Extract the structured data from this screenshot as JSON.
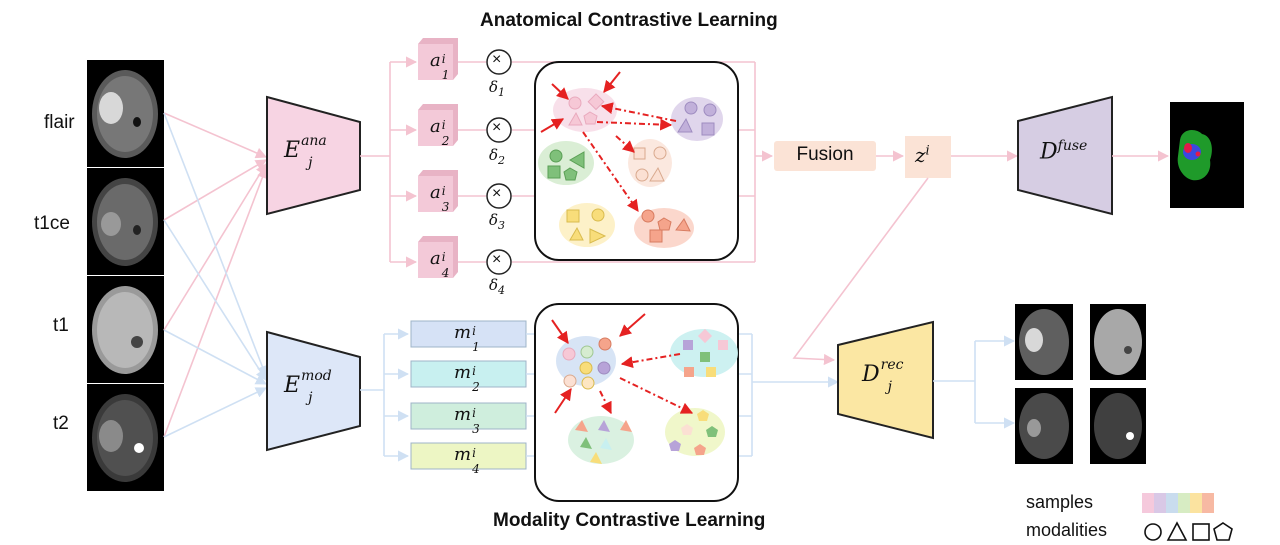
{
  "titles": {
    "anatomical": "Anatomical Contrastive Learning",
    "modality": "Modality Contrastive Learning"
  },
  "inputs": [
    "flair",
    "t1ce",
    "t1",
    "t2"
  ],
  "encoders": {
    "anatomical": {
      "base": "E",
      "sup": "ana",
      "sub": "j"
    },
    "modality": {
      "base": "E",
      "sup": "mod",
      "sub": "j"
    }
  },
  "anatomy_factors": [
    {
      "base": "a",
      "sup": "i",
      "sub": "1",
      "delta": "δ",
      "dsub": "1"
    },
    {
      "base": "a",
      "sup": "i",
      "sub": "2",
      "delta": "δ",
      "dsub": "2"
    },
    {
      "base": "a",
      "sup": "i",
      "sub": "3",
      "delta": "δ",
      "dsub": "3"
    },
    {
      "base": "a",
      "sup": "i",
      "sub": "4",
      "delta": "δ",
      "dsub": "4"
    }
  ],
  "modality_factors": [
    {
      "base": "m",
      "sup": "i",
      "sub": "1"
    },
    {
      "base": "m",
      "sup": "i",
      "sub": "2"
    },
    {
      "base": "m",
      "sup": "i",
      "sub": "3"
    },
    {
      "base": "m",
      "sup": "i",
      "sub": "4"
    }
  ],
  "multiply_symbol": "×",
  "fusion": "Fusion",
  "latent": {
    "base": "z",
    "sup": "i"
  },
  "decoders": {
    "fuse": {
      "base": "D",
      "sup": "fuse"
    },
    "rec": {
      "base": "D",
      "sup": "rec",
      "sub": "j"
    }
  },
  "legend": {
    "samples": "samples",
    "modalities": "modalities"
  },
  "colors": {
    "anatomy_arrow": "#f4c3d0",
    "modality_arrow": "#cfe0f3",
    "enc_ana_fill": "#f7d4e3",
    "enc_mod_fill": "#dde7f8",
    "d_fuse_fill": "#d6cde3",
    "d_rec_fill": "#fbe7a3",
    "fusion_fill": "#fbe3d6",
    "a_box_fill": "#f3c9d8",
    "m_box_fills": [
      "#d6e2f6",
      "#c8f0f0",
      "#cfeedd",
      "#edf6c4"
    ],
    "sample_colors": [
      "#f5c9dc",
      "#d9c8e6",
      "#c9dcee",
      "#d7ecc3",
      "#fbe3a0",
      "#f7b9a3"
    ]
  }
}
